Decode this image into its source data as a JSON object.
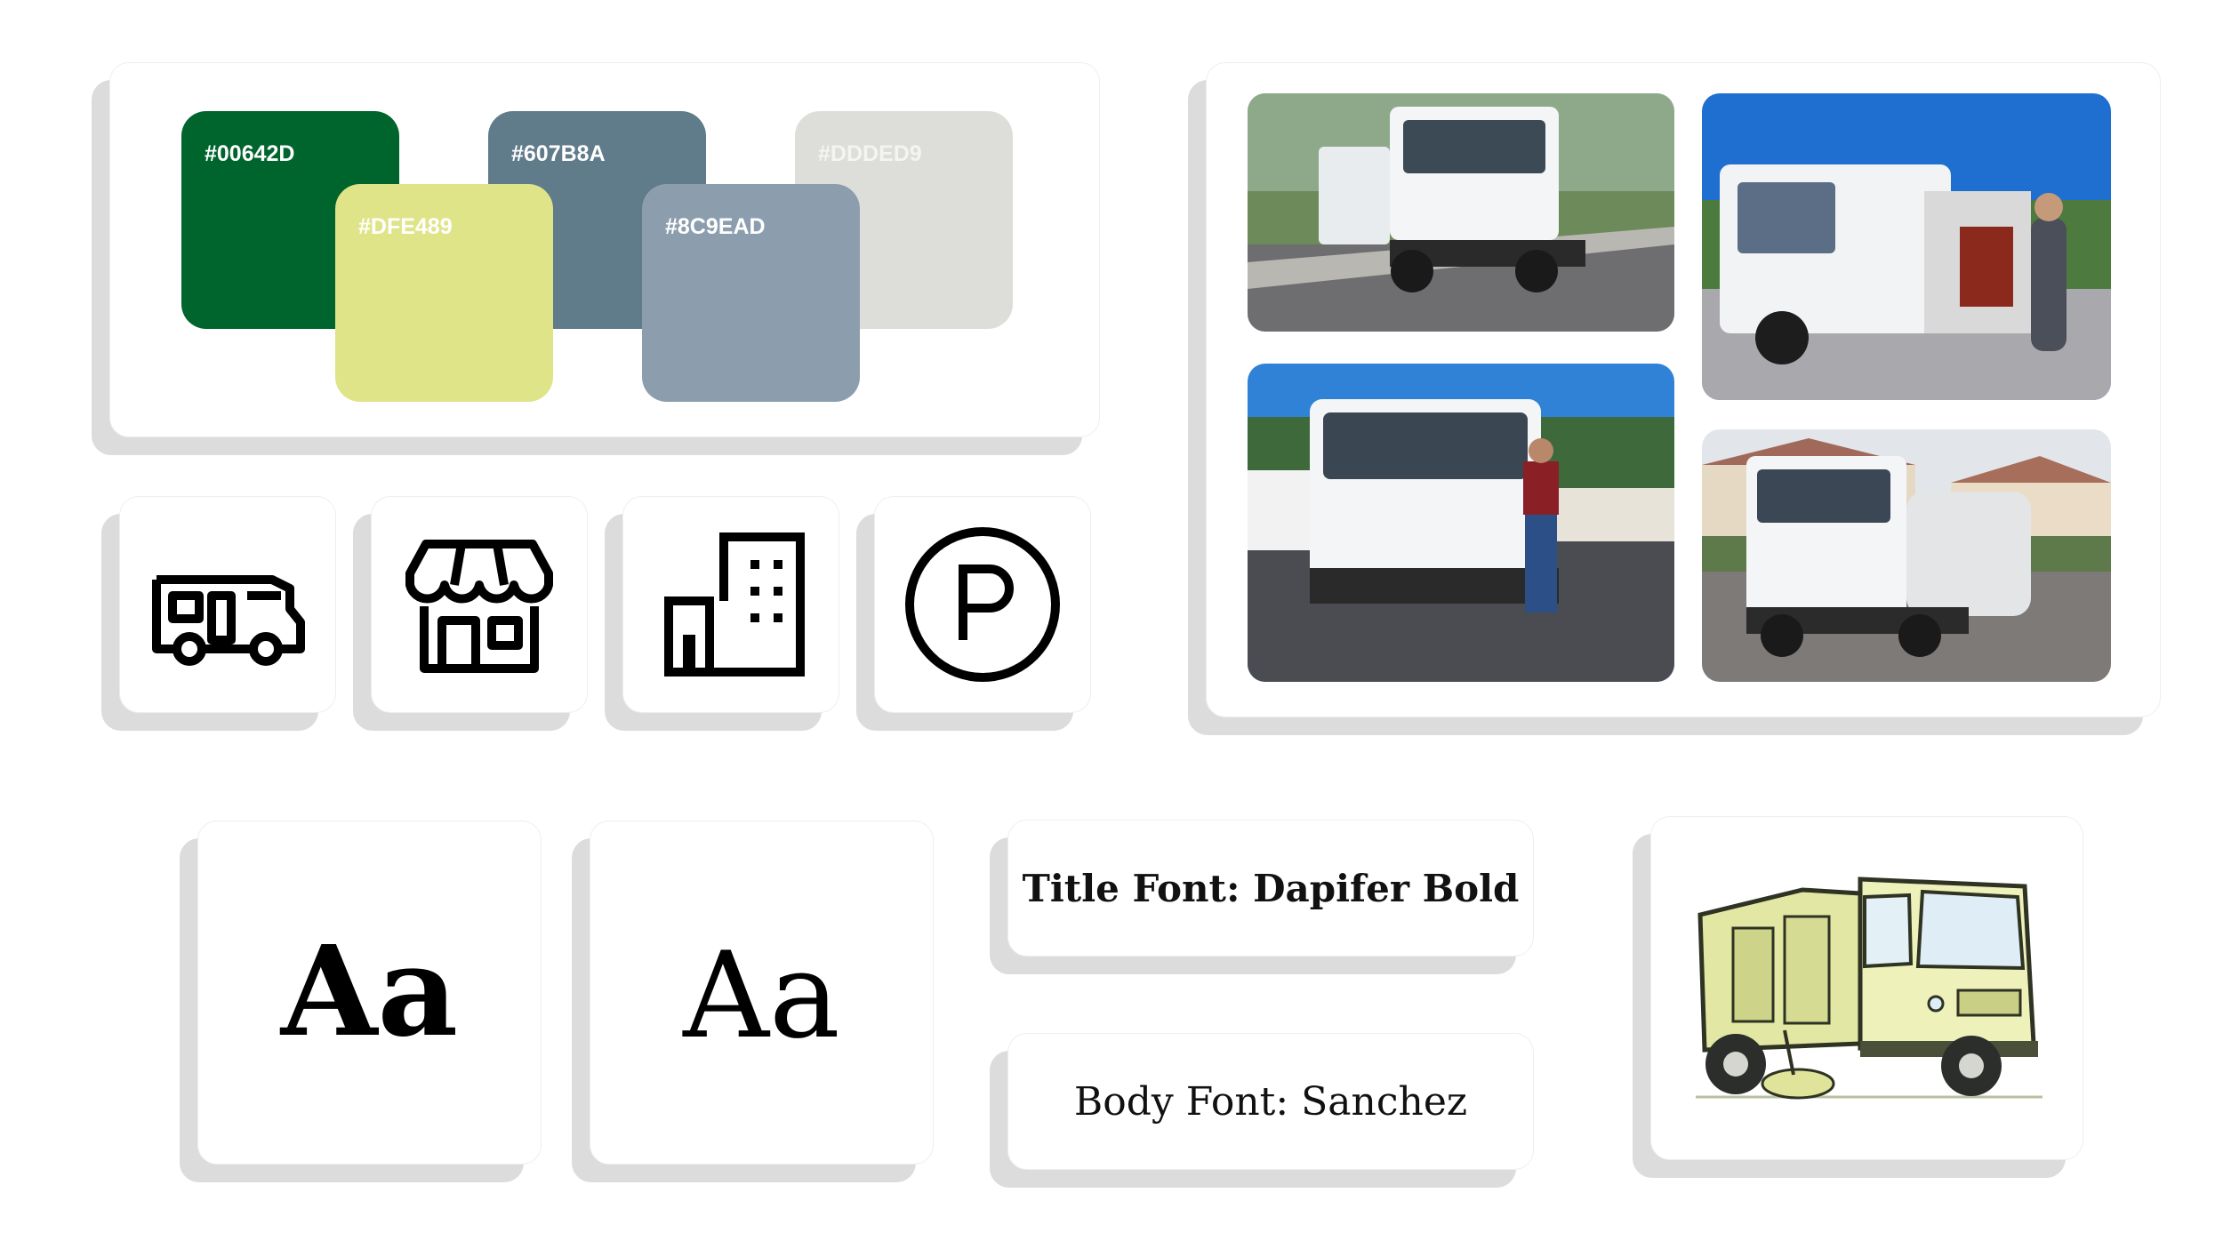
{
  "palette": {
    "swatches": [
      {
        "hex": "#00642D",
        "color": "#00642D",
        "text_color": "#ffffff"
      },
      {
        "hex": "#607B8A",
        "color": "#607B8A",
        "text_color": "#ffffff"
      },
      {
        "hex": "#DDDED9",
        "color": "#DDDED9",
        "text_color": "#f4f4f2"
      },
      {
        "hex": "#DFE489",
        "color": "#DFE489",
        "text_color": "#ffffff"
      },
      {
        "hex": "#8C9EAD",
        "color": "#8C9EAD",
        "text_color": "#ffffff"
      }
    ]
  },
  "icons": [
    "rv-camper-icon",
    "storefront-icon",
    "office-building-icon",
    "parking-icon"
  ],
  "typography": {
    "title_sample": "Aa",
    "body_sample": "Aa",
    "title_font_label": "Title Font: Dapifer Bold",
    "body_font_label": "Body Font: Sanchez"
  },
  "photos": [
    "street-sweeper-truck-photo",
    "technician-servicing-truck-photo",
    "man-standing-by-truck-photo",
    "truck-parked-by-houses-photo"
  ],
  "illustration": "street-sweeper-illustration"
}
